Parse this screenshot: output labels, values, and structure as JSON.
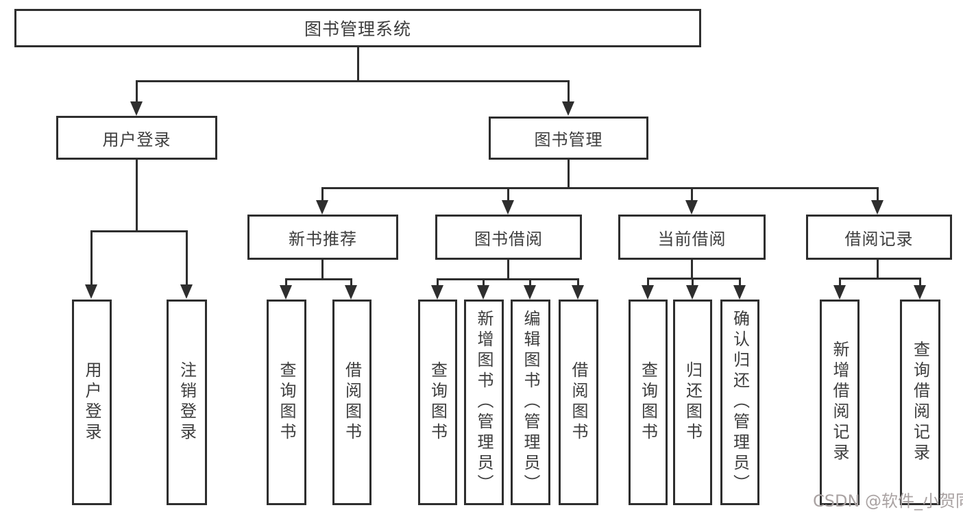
{
  "tree": {
    "root": "图书管理系统",
    "branches": [
      {
        "label": "用户登录",
        "children": [
          "用户登录",
          "注销登录"
        ]
      },
      {
        "label": "图书管理",
        "groups": [
          {
            "label": "新书推荐",
            "children": [
              "查询图书",
              "借阅图书"
            ]
          },
          {
            "label": "图书借阅",
            "children": [
              "查询图书",
              "新增图书（管理员）",
              "编辑图书（管理员）",
              "借阅图书"
            ]
          },
          {
            "label": "当前借阅",
            "children": [
              "查询图书",
              "归还图书",
              "确认归还（管理员）"
            ]
          },
          {
            "label": "借阅记录",
            "children": [
              "新增借阅记录",
              "查询借阅记录"
            ]
          }
        ]
      }
    ]
  },
  "watermark": {
    "text": "CSDN @软件_小贺同学"
  },
  "colors": {
    "line": "#2e2e2e",
    "text": "#3d3d3d",
    "watermark": "#a9a2a2",
    "background": "#ffffff"
  }
}
